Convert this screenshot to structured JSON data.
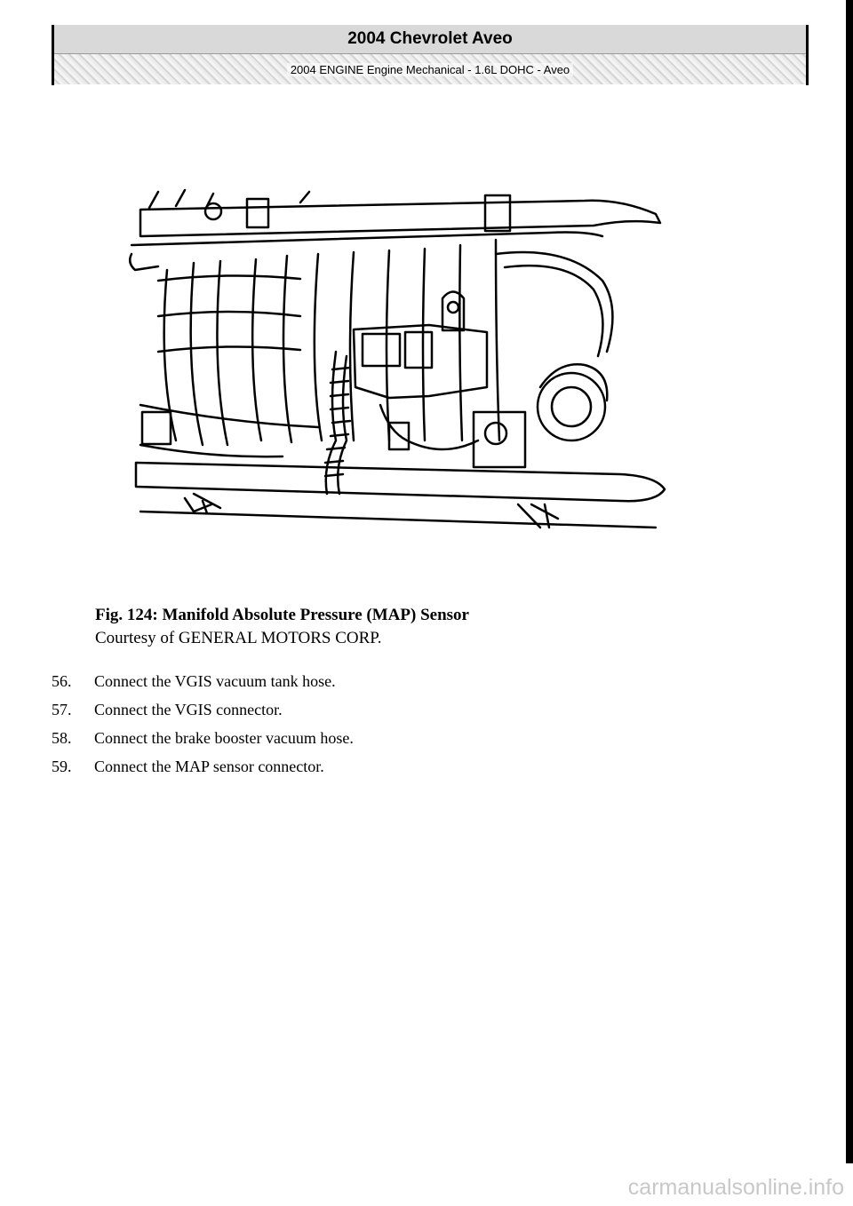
{
  "header": {
    "title": "2004 Chevrolet Aveo",
    "subtitle": "2004 ENGINE Engine Mechanical - 1.6L DOHC - Aveo"
  },
  "figure": {
    "title": "Fig. 124: Manifold Absolute Pressure (MAP) Sensor",
    "credit": "Courtesy of GENERAL MOTORS CORP."
  },
  "steps": [
    {
      "number": "56.",
      "text": "Connect the VGIS vacuum tank hose."
    },
    {
      "number": "57.",
      "text": "Connect the VGIS connector."
    },
    {
      "number": "58.",
      "text": "Connect the brake booster vacuum hose."
    },
    {
      "number": "59.",
      "text": "Connect the MAP sensor connector."
    }
  ],
  "footer": {
    "watermark": "carmanualsonline.info"
  }
}
